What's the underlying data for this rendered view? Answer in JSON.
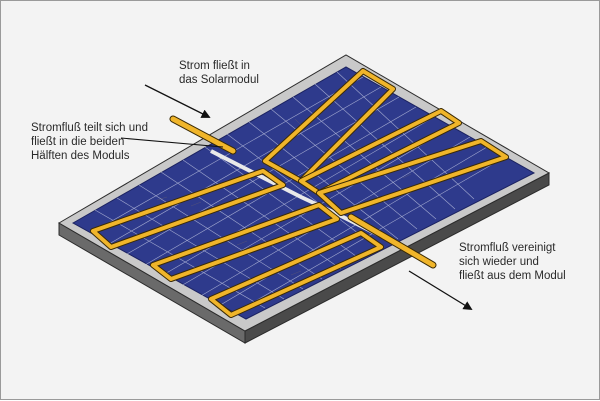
{
  "diagram": {
    "labels": {
      "inflow": [
        "Strom fließt in",
        "das Solarmodul"
      ],
      "split": [
        "Stromfluß teilt sich und",
        "fließt in die beiden",
        "Hälften des Moduls"
      ],
      "merge": [
        "Stromfluß vereinigt",
        "sich wieder und",
        "fließt aus dem Modul"
      ]
    },
    "colors": {
      "background": "#f3f3f3",
      "frame_top": "#c9c9c9",
      "frame_side": "#5e5e5e",
      "cells": "#2e3a8c",
      "cell_grid": "#c8cde6",
      "current_path": "#f0b52a",
      "current_outline": "#3a2a05",
      "pointer": "#111111"
    },
    "icons": [
      "arrow-icon"
    ]
  }
}
